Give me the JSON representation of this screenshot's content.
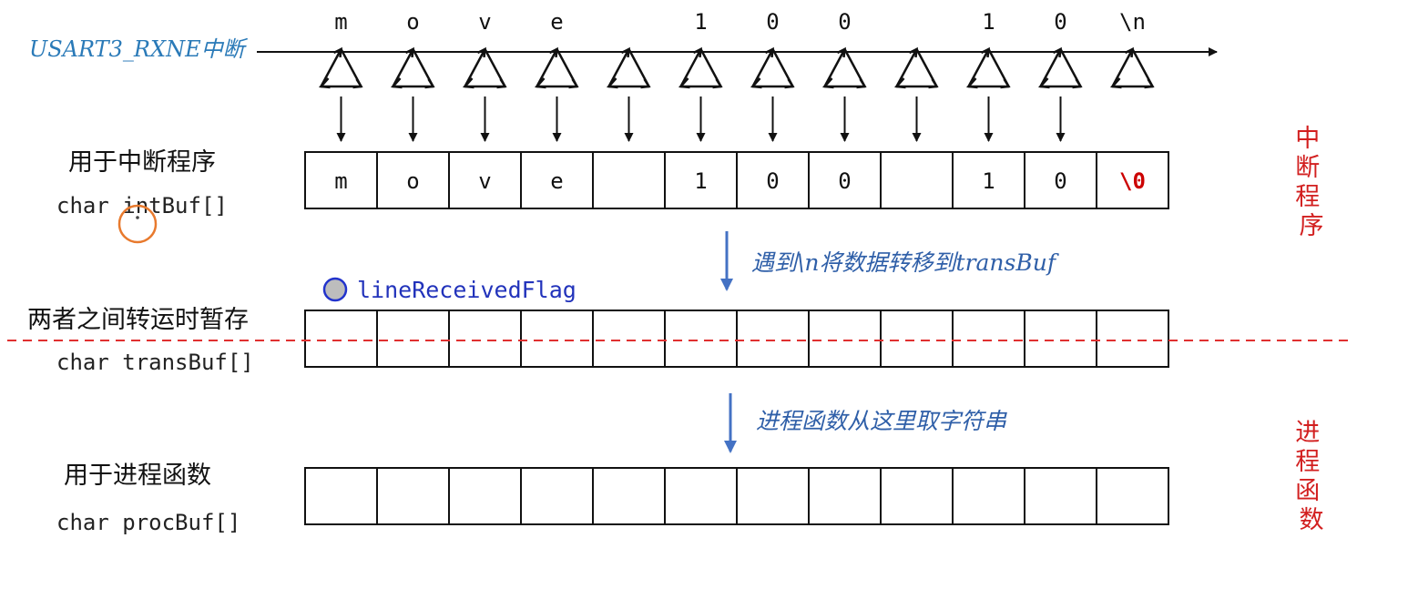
{
  "interrupt": {
    "label": "USART3_RXNE中断",
    "chars": [
      "m",
      "o",
      "v",
      "e",
      "",
      "1",
      "0",
      "0",
      "",
      "1",
      "0",
      "\\n"
    ]
  },
  "intBuf": {
    "desc": "用于中断程序",
    "code": "char intBuf[]",
    "cells": [
      "m",
      "o",
      "v",
      "e",
      "",
      "1",
      "0",
      "0",
      "",
      "1",
      "0",
      "\\0"
    ]
  },
  "transBuf": {
    "desc": "两者之间转运时暂存",
    "code": "char transBuf[]",
    "flag": "lineReceivedFlag",
    "note": "遇到\\n将数据转移到transBuf"
  },
  "procBuf": {
    "desc": "用于进程函数",
    "code": "char procBuf[]",
    "note": "进程函数从这里取字符串"
  },
  "side_labels": {
    "interrupt": [
      "中",
      "断",
      "程",
      "序"
    ],
    "process": [
      "进",
      "程",
      "函",
      "数"
    ]
  },
  "colors": {
    "irq_label": "#2a7ab8",
    "note": "#2f5fa8",
    "arrow_blue": "#4472c4",
    "side_red": "#d21f1f",
    "null_red": "#cc0000",
    "divider": "#e03030",
    "cursor_ring": "#e87a2e",
    "flag_dot_fill": "#bdbdbd",
    "flag_dot_stroke": "#2233cc"
  }
}
